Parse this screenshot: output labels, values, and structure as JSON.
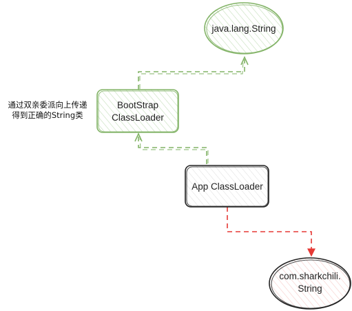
{
  "diagram": {
    "nodes": {
      "java_lang_string": {
        "lines": [
          "java.lang.String"
        ],
        "shape": "ellipse",
        "stroke": "#82b366",
        "fill": "#d5e8d4"
      },
      "bootstrap_classloader": {
        "lines": [
          "BootStrap",
          "ClassLoader"
        ],
        "shape": "rounded-rect",
        "stroke": "#82b366",
        "fill": "#d5e8d4"
      },
      "app_classloader": {
        "lines": [
          "App ClassLoader"
        ],
        "shape": "rounded-rect",
        "stroke": "#222222",
        "fill": "#f5f5f5"
      },
      "com_sharkchili_string": {
        "lines": [
          "com.sharkchili.",
          "String"
        ],
        "shape": "ellipse",
        "stroke": "#222222",
        "fill": "#f8cecc"
      }
    },
    "note": {
      "lines": [
        "通过双亲委派向上传递",
        "得到正确的String类"
      ]
    },
    "edges": [
      {
        "from": "app_classloader",
        "to": "bootstrap_classloader",
        "style": "dashed",
        "color": "#82b366"
      },
      {
        "from": "bootstrap_classloader",
        "to": "java_lang_string",
        "style": "dashed",
        "color": "#82b366"
      },
      {
        "from": "app_classloader",
        "to": "com_sharkchili_string",
        "style": "dashed",
        "color": "#e53935"
      }
    ]
  }
}
